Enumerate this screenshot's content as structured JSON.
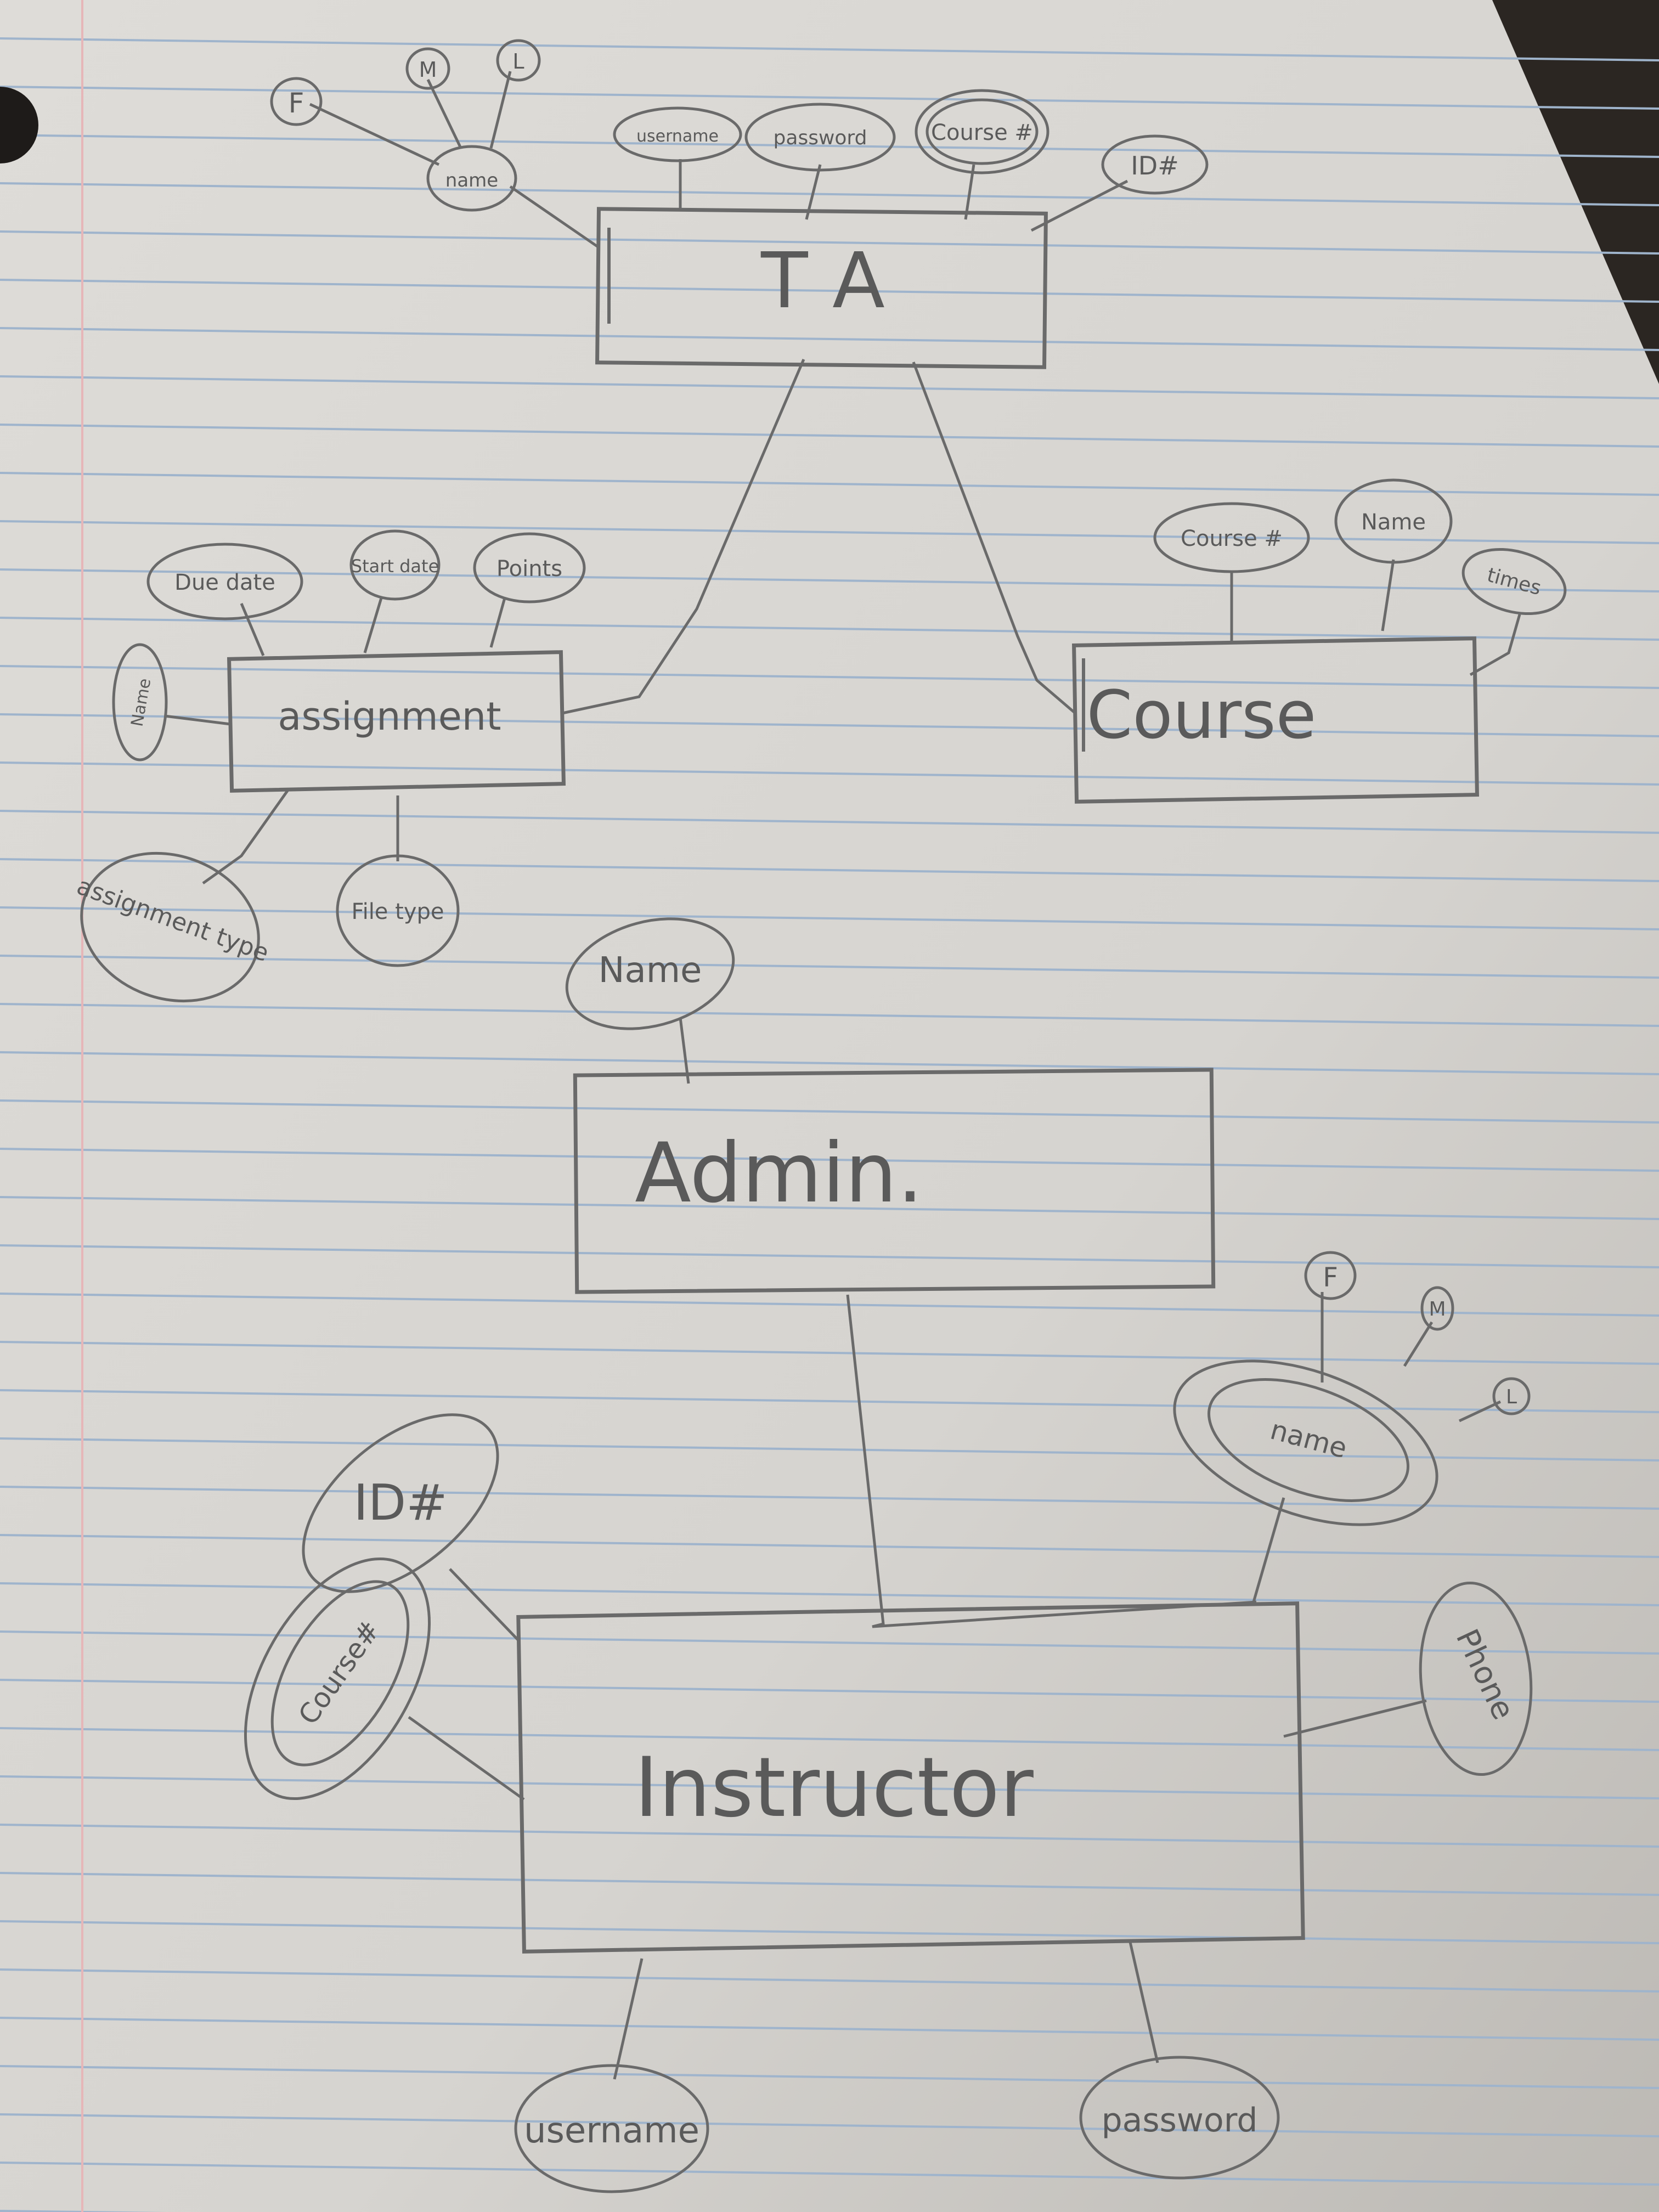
{
  "diagram": {
    "entities": {
      "ta": "T A",
      "assignment": "assignment",
      "course": "Course",
      "admin": "Admin.",
      "instructor": "Instructor"
    },
    "attributes": {
      "ta_f": "F",
      "ta_m": "M",
      "ta_l": "L",
      "ta_name": "name",
      "ta_username": "username",
      "ta_password": "password",
      "ta_course": "Course #",
      "ta_id": "ID#",
      "assign_due": "Due date",
      "assign_start": "Start date",
      "assign_points": "Points",
      "assign_name": "Name",
      "assign_type": "assignment type",
      "assign_file": "File type",
      "course_num": "Course #",
      "course_name": "Name",
      "course_times": "times",
      "admin_name": "Name",
      "inst_id": "ID#",
      "inst_course": "Course#",
      "inst_name": "name",
      "inst_f": "F",
      "inst_m": "M",
      "inst_l": "L",
      "inst_phone": "Phone",
      "inst_username": "username",
      "inst_password": "password"
    }
  },
  "colors": {
    "paper": "#d9d7d3",
    "rule_line": "#9fb4cc",
    "margin_line": "#e6b6b8",
    "pencil": "#6a6a6a"
  }
}
